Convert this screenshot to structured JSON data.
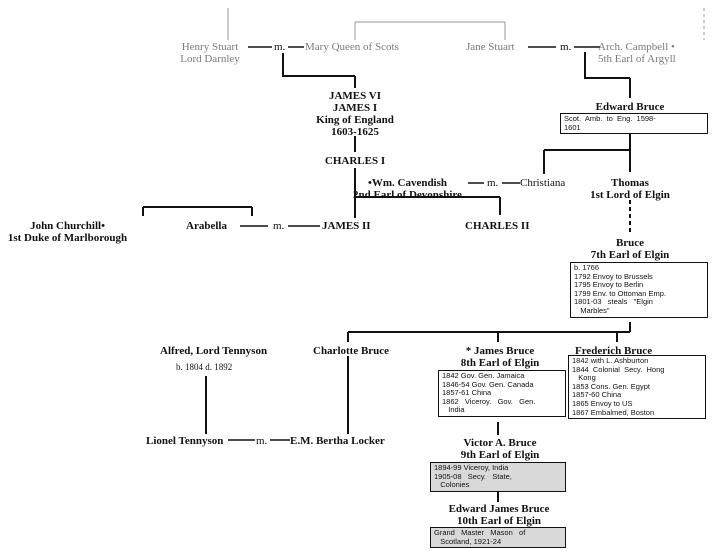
{
  "people": {
    "henry_stuart": "Henry Stuart\nLord Darnley",
    "mary": "Mary Queen of Scots",
    "jane_stuart": "Jane Stuart",
    "arch_campbell": "Arch. Campbell •\n5th Earl of Argyll",
    "james_vi": "JAMES VI\nJAMES I\nKing of England\n1603-1625",
    "edward_bruce": "Edward Bruce",
    "charles_i": "CHARLES I",
    "cavendish": "•Wm. Cavendish\n2nd Earl of Devonshire",
    "christiana": "Christiana",
    "thomas": "Thomas\n1st Lord of Elgin",
    "john_churchill": "John Churchill•\n1st Duke of Marlborough",
    "arabella": "Arabella",
    "james_ii": "JAMES II",
    "charles_ii": "CHARLES II",
    "bruce7": "Bruce\n7th Earl of Elgin",
    "tennyson_alfred": "Alfred, Lord Tennyson",
    "tennyson_dates": "b. 1804  d. 1892",
    "charlotte": "Charlotte Bruce",
    "james_bruce8": "* James Bruce\n8th Earl of Elgin",
    "frederich": "Frederich Bruce",
    "lionel": "Lionel Tennyson",
    "bertha": "E.M. Bertha Locker",
    "victor": "Victor A. Bruce\n9th Earl of Elgin",
    "edward_james": "Edward James Bruce\n10th Earl of Elgin"
  },
  "marriage_label": "m.",
  "boxes": {
    "edward_bruce": "Scot.  Amb.  to  Eng.  1598-\n1601",
    "bruce7": "b. 1766\n1792 Envoy to Brussels\n1795 Envoy to Berlin\n1799 Env. to Ottoman Emp.\n1801-03   steals   \"Elgin\n   Marbles\"",
    "james_bruce8": "1842 Gov. Gen. Jamaica\n1846-54 Gov. Gen. Canada\n1857-61 China\n1862   Viceroy.   Gov.   Gen.\n   India",
    "frederich": "1842 with L. Ashburton\n1844  Colonial  Secy.  Hong\n   Kong\n1853 Cons. Gen. Egypt\n1857-60 China\n1865 Envoy to US\n1867 Embalmed, Boston",
    "victor": "1894-99 Viceroy, India\n1905-08   Secy.   State,\n   Colonies",
    "edward_james": "Grand   Master   Mason   of\n   Scotland, 1921-24"
  }
}
